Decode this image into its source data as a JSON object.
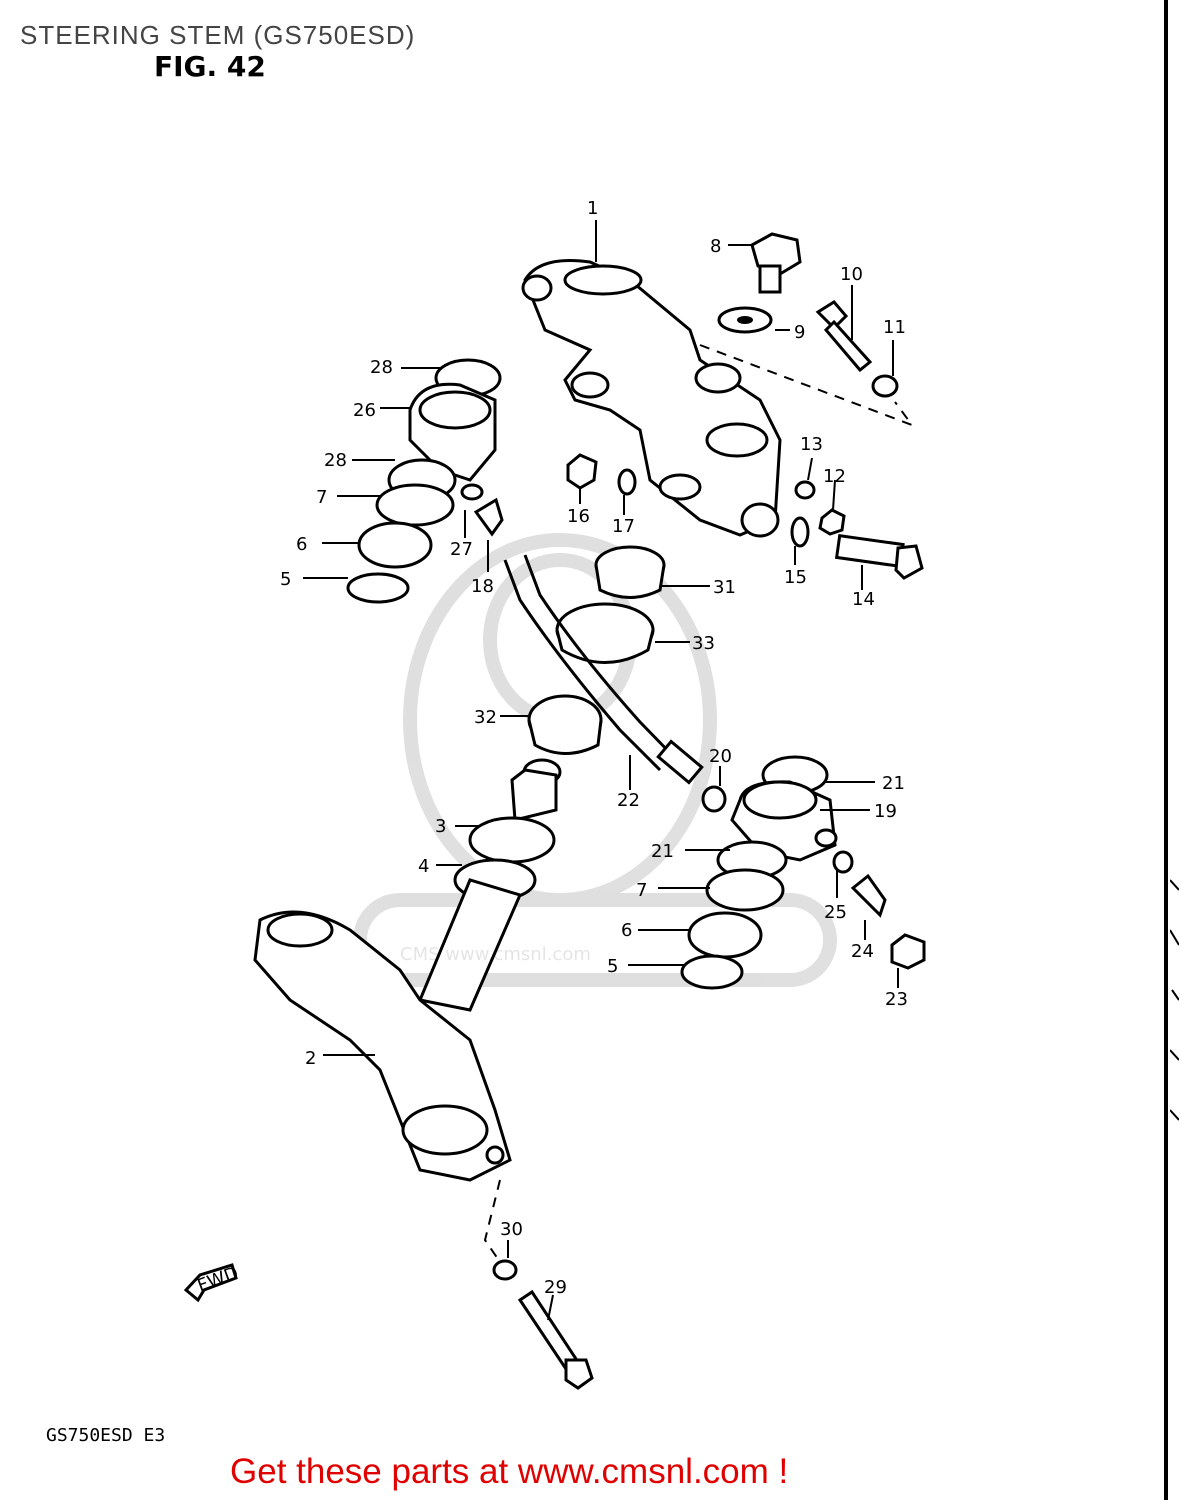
{
  "header": {
    "title": "STEERING STEM (GS750ESD)",
    "figure": "FIG. 42"
  },
  "diagram": {
    "model_code": "GS750ESD E3",
    "direction_marker": "FWD",
    "watermark": "CMS www.cmsnl.com",
    "callouts": [
      {
        "id": "c1",
        "label": "1"
      },
      {
        "id": "c2",
        "label": "2"
      },
      {
        "id": "c3",
        "label": "3"
      },
      {
        "id": "c4",
        "label": "4"
      },
      {
        "id": "c5a",
        "label": "5"
      },
      {
        "id": "c5b",
        "label": "5"
      },
      {
        "id": "c6a",
        "label": "6"
      },
      {
        "id": "c6b",
        "label": "6"
      },
      {
        "id": "c7a",
        "label": "7"
      },
      {
        "id": "c7b",
        "label": "7"
      },
      {
        "id": "c8",
        "label": "8"
      },
      {
        "id": "c9",
        "label": "9"
      },
      {
        "id": "c10",
        "label": "10"
      },
      {
        "id": "c11",
        "label": "11"
      },
      {
        "id": "c12",
        "label": "12"
      },
      {
        "id": "c13",
        "label": "13"
      },
      {
        "id": "c14",
        "label": "14"
      },
      {
        "id": "c15",
        "label": "15"
      },
      {
        "id": "c16",
        "label": "16"
      },
      {
        "id": "c17",
        "label": "17"
      },
      {
        "id": "c18",
        "label": "18"
      },
      {
        "id": "c19",
        "label": "19"
      },
      {
        "id": "c20",
        "label": "20"
      },
      {
        "id": "c21a",
        "label": "21"
      },
      {
        "id": "c21b",
        "label": "21"
      },
      {
        "id": "c22",
        "label": "22"
      },
      {
        "id": "c23",
        "label": "23"
      },
      {
        "id": "c24",
        "label": "24"
      },
      {
        "id": "c25",
        "label": "25"
      },
      {
        "id": "c26",
        "label": "26"
      },
      {
        "id": "c27",
        "label": "27"
      },
      {
        "id": "c28a",
        "label": "28"
      },
      {
        "id": "c28b",
        "label": "28"
      },
      {
        "id": "c29",
        "label": "29"
      },
      {
        "id": "c30",
        "label": "30"
      },
      {
        "id": "c31",
        "label": "31"
      },
      {
        "id": "c32",
        "label": "32"
      },
      {
        "id": "c33",
        "label": "33"
      }
    ]
  },
  "footer": {
    "link_text": "Get these parts at www.cmsnl.com !"
  }
}
